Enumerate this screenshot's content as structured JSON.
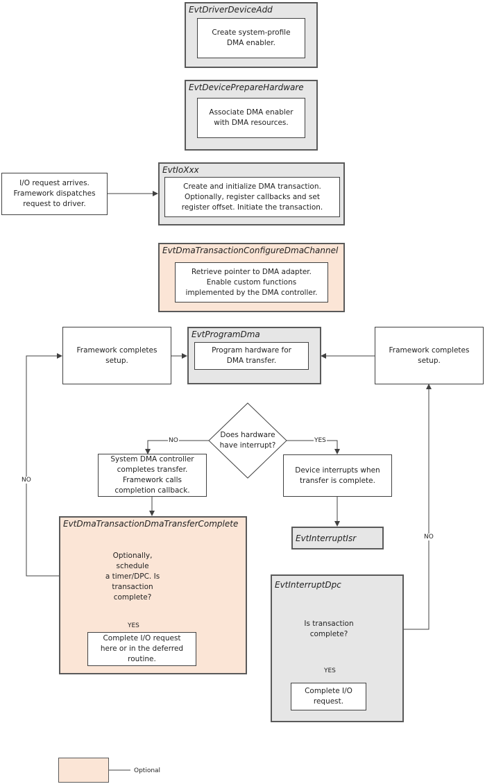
{
  "driver_device_add": {
    "title": "EvtDriverDeviceAdd",
    "body": "Create system-profile\nDMA enabler."
  },
  "device_prepare_hardware": {
    "title": "EvtDevicePrepareHardware",
    "body": "Associate DMA enabler\nwith DMA resources."
  },
  "io_request": {
    "body": "I/O request arrives.\nFramework dispatches\nrequest to driver."
  },
  "io_xxx": {
    "title": "EvtIoXxx",
    "body": "Create and initialize DMA transaction.\nOptionally, register callbacks and set\nregister offset. Initiate the transaction."
  },
  "configure_dma_channel": {
    "title": "EvtDmaTransactionConfigureDmaChannel",
    "body": "Retrieve pointer to DMA adapter.\nEnable custom functions\nimplemented by the DMA controller."
  },
  "framework_setup_left": {
    "body": "Framework completes\nsetup."
  },
  "program_dma": {
    "title": "EvtProgramDma",
    "body": "Program hardware for\nDMA transfer."
  },
  "framework_setup_right": {
    "body": "Framework completes\nsetup."
  },
  "hardware_interrupt_decision": {
    "body": "Does hardware\nhave interrupt?"
  },
  "system_dma_controller": {
    "body": "System DMA controller\ncompletes transfer.\nFramework calls\ncompletion callback."
  },
  "device_interrupts": {
    "body": "Device interrupts when\ntransfer is complete."
  },
  "interrupt_isr": {
    "title": "EvtInterruptIsr"
  },
  "dma_transfer_complete": {
    "title": "EvtDmaTransactionDmaTransferComplete"
  },
  "schedule_decision": {
    "body": "Optionally, schedule\na timer/DPC.  Is\ntransaction\ncomplete?"
  },
  "complete_io_deferred": {
    "body": "Complete I/O request\nhere or in the deferred\nroutine."
  },
  "interrupt_dpc": {
    "title": "EvtInterruptDpc"
  },
  "dpc_decision": {
    "body": "Is transaction\ncomplete?"
  },
  "complete_io_dpc": {
    "body": "Complete I/O\nrequest."
  },
  "labels": {
    "no": "NO",
    "yes": "YES",
    "no_left": "NO",
    "no_right": "NO",
    "yes_left": "YES",
    "yes_right": "YES"
  },
  "legend": {
    "label": "Optional"
  },
  "colors": {
    "gray_fill": "#e6e6e6",
    "optional_fill": "#fbe5d6",
    "stroke": "#404040"
  }
}
